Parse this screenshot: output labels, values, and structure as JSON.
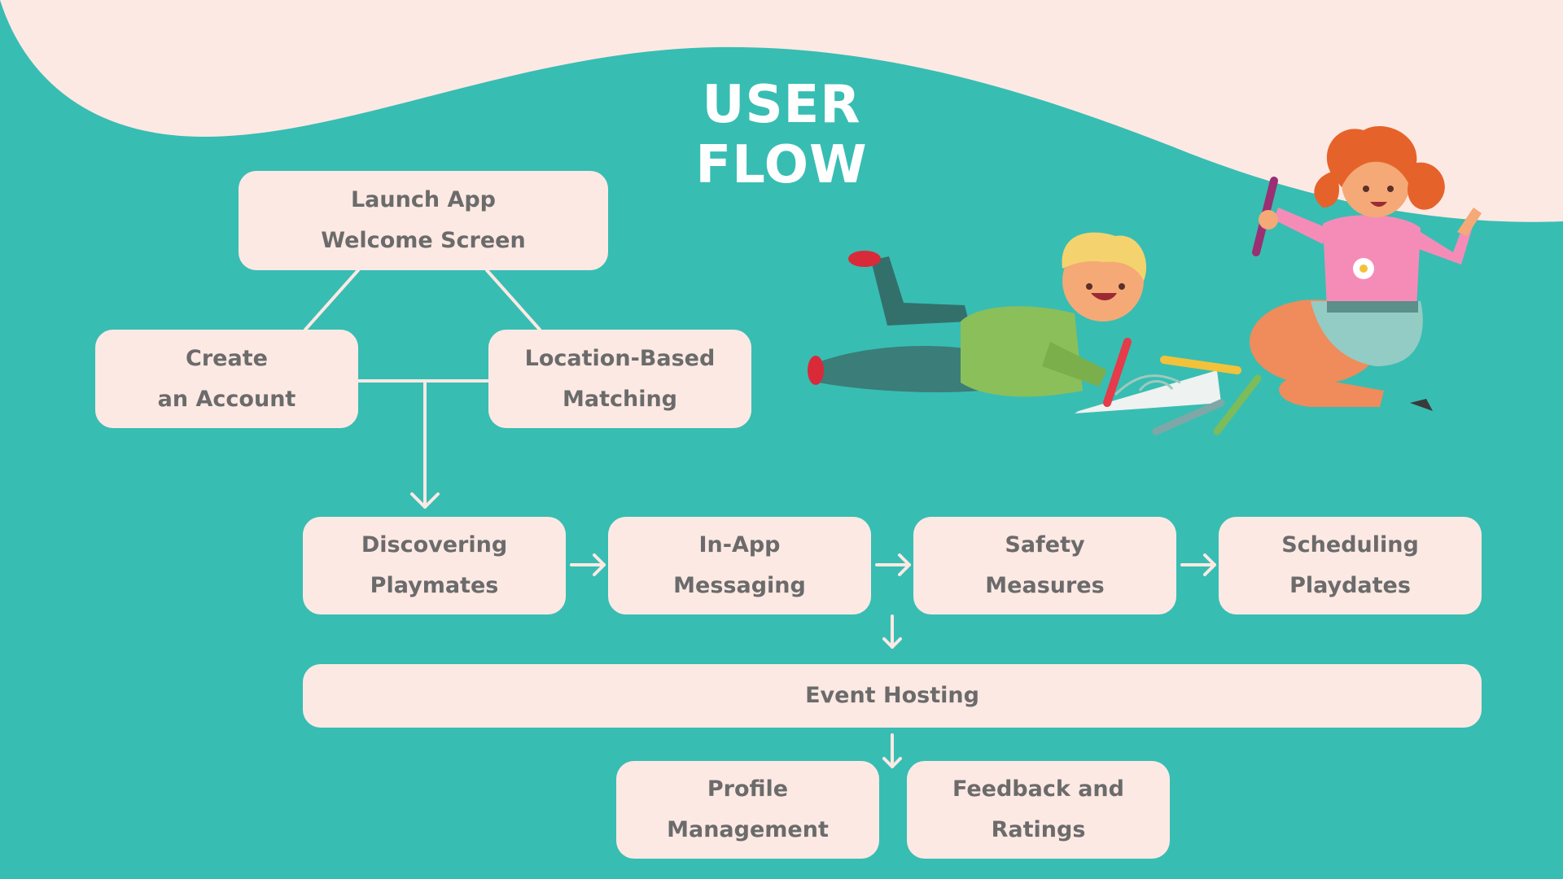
{
  "title": "USER FLOW",
  "colors": {
    "background": "#38bdb3",
    "top_wave": "#fde9e4",
    "node_fill": "#fde9e4",
    "node_text": "#6b6b6b",
    "connector": "#fde9e4"
  },
  "nodes": {
    "launch": {
      "line1": "Launch App",
      "line2": "Welcome Screen"
    },
    "create_account": {
      "line1": "Create",
      "line2": "an Account"
    },
    "location_matching": {
      "line1": "Location-Based",
      "line2": "Matching"
    },
    "discovering": {
      "line1": "Discovering",
      "line2": "Playmates"
    },
    "messaging": {
      "line1": "In-App",
      "line2": "Messaging"
    },
    "safety": {
      "line1": "Safety",
      "line2": "Measures"
    },
    "scheduling": {
      "line1": "Scheduling",
      "line2": "Playdates"
    },
    "event_hosting": {
      "line1": "Event Hosting"
    },
    "profile": {
      "line1": "Profile",
      "line2": "Management"
    },
    "feedback": {
      "line1": "Feedback and",
      "line2": "Ratings"
    }
  },
  "illustration": {
    "subject": "children-drawing-illustration",
    "icons": [
      "boy-drawing-icon",
      "girl-with-pencil-icon",
      "pencils-icon",
      "drawing-paper-icon"
    ]
  }
}
